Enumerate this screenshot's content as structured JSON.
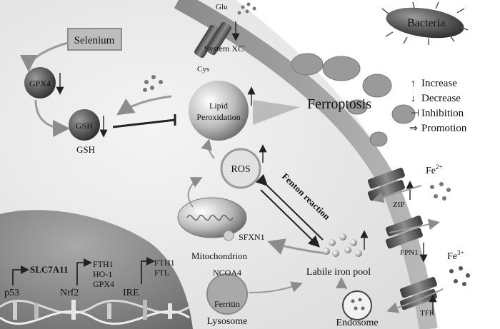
{
  "labels": {
    "glu": "Glu",
    "cys": "Cys",
    "system_xc": "System XC",
    "system_xc_sup": "-",
    "selenium": "Selenium",
    "gpx4": "GPX4",
    "gsh": "GSH",
    "gsh_shadow": "GSH",
    "bacteria": "Bacteria",
    "lipid_peroxidation_1": "Lipid",
    "lipid_peroxidation_2": "Peroxidation",
    "ferroptosis": "Ferroptosis",
    "ros": "ROS",
    "fenton": "Fenton reaction",
    "mitochondrion": "Mitochondrion",
    "sfxn1": "SFXN1",
    "ncoa4": "NCOA4",
    "ferritin": "Ferritin",
    "lysosome": "Lysosome",
    "labile_iron_pool": "Labile iron pool",
    "endosome": "Endosome",
    "zip": "ZIP",
    "fpn1": "FPN1",
    "tfr": "TFR",
    "fe2": "Fe",
    "fe2_sup": "2+",
    "fe3": "Fe",
    "fe3_sup": "3+",
    "p53": "p53",
    "slc7a11": "SLC7A11",
    "nrf2": "Nrf2",
    "nrf2_targets": [
      "FTH1",
      "HO-1",
      "GPX4"
    ],
    "ire": "IRE",
    "ire_targets": [
      "FTH1",
      "FTL"
    ]
  },
  "legend": {
    "items": [
      {
        "symbol": "↑",
        "label": "Increase"
      },
      {
        "symbol": "↓",
        "label": "Decrease"
      },
      {
        "symbol": "⊣",
        "label": "Inhibition"
      },
      {
        "symbol": "⇒",
        "label": "Promotion"
      }
    ]
  }
}
